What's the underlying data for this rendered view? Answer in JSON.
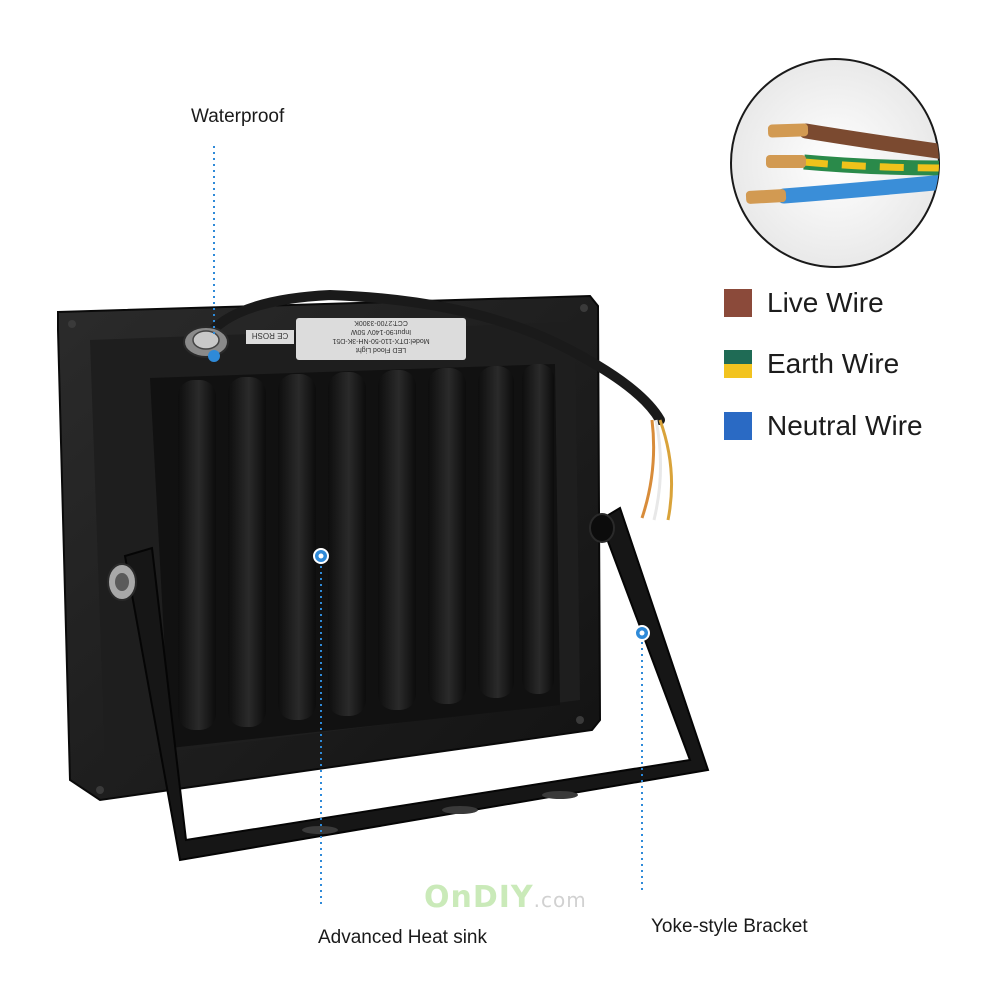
{
  "callouts": {
    "waterproof": "Waterproof",
    "heat_sink": "Advanced Heat sink",
    "bracket": "Yoke-style Bracket"
  },
  "legend": [
    {
      "label": "Live Wire",
      "color": "#8b4a3a"
    },
    {
      "label": "Earth Wire",
      "color_top": "#1f6b55",
      "color_bottom": "#f2c31f"
    },
    {
      "label": "Neutral Wire",
      "color": "#2a6ac4"
    }
  ],
  "label_plate": {
    "line1": "LED Flood Light",
    "line2": "Model:DTX-110-50-NH-3K-D51",
    "line3": "Input:90-140V 50W",
    "line4": "CCT:2700-3300K",
    "cert": "CE ROSH"
  },
  "watermark": {
    "brand": "OnDIY",
    "domain": ".com"
  },
  "colors": {
    "callout_line": "#2f8ad8",
    "housing": "#1b1b1b",
    "fins": "#141414"
  }
}
